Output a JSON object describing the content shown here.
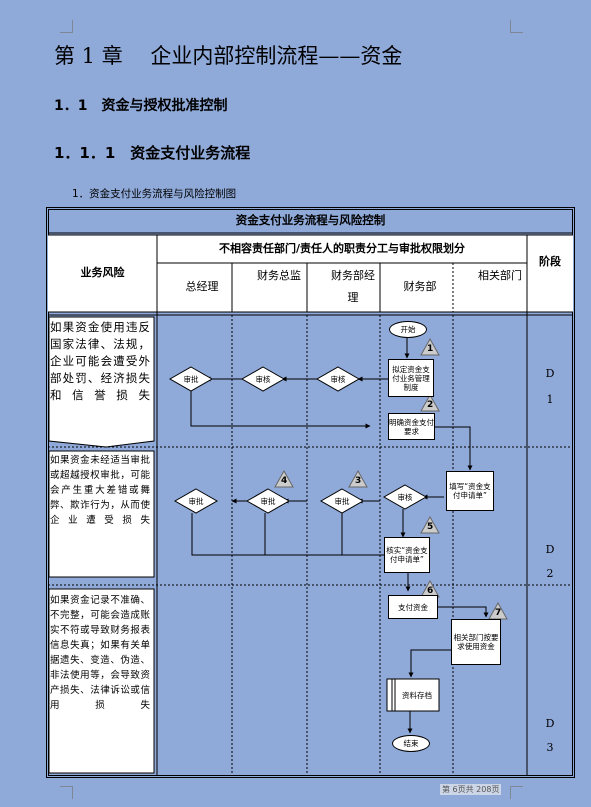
{
  "heading": {
    "chapter": "第 1 章　 企业内部控制流程——资金",
    "section": "1．1　资金与授权批准控制",
    "subsection": "1．1．1　资金支付业务流程",
    "caption": "1．资金支付业务流程与风险控制图"
  },
  "table": {
    "title": "资金支付业务流程与风险控制",
    "risk_header": "业务风险",
    "division_header": "不相容责任部门/责任人的职责分工与审批权限划分",
    "stage_header": "阶段",
    "columns": [
      "总经理",
      "财务总监",
      "财务部经理",
      "财务部",
      "相关部门"
    ],
    "risks": [
      "如果资金使用违反国家法律、法规，企业可能会遭受外部处罚、经济损失和信誉损失",
      "如果资金未经适当审批或超越授权审批，可能会产生重大差错或舞弊、欺诈行为，从而使企业遭受损失",
      "如果资金记录不准确、不完整，可能会造成账实不符或导致财务报表信息失真；如果有关单据遗失、变造、伪造、非法使用等，会导致资产损失、法律诉讼或信用损失"
    ],
    "stages": [
      {
        "letter": "D",
        "num": "1"
      },
      {
        "letter": "D",
        "num": "2"
      },
      {
        "letter": "D",
        "num": "3"
      }
    ]
  },
  "flow": {
    "start": "开始",
    "step1": "拟定资金支付业务管理制度",
    "step2": "明确资金支付要求",
    "step3": "填写“资金支付申请单”",
    "step5": "核实“资金支付申请单”",
    "step6": "支付资金",
    "step7": "相关部门按要求使用资金",
    "archive": "资料存档",
    "end": "结束",
    "approve": "审批",
    "review": "审核",
    "markers": [
      "1",
      "2",
      "3",
      "4",
      "5",
      "6",
      "7"
    ]
  },
  "footer": "第 6页共 208页"
}
